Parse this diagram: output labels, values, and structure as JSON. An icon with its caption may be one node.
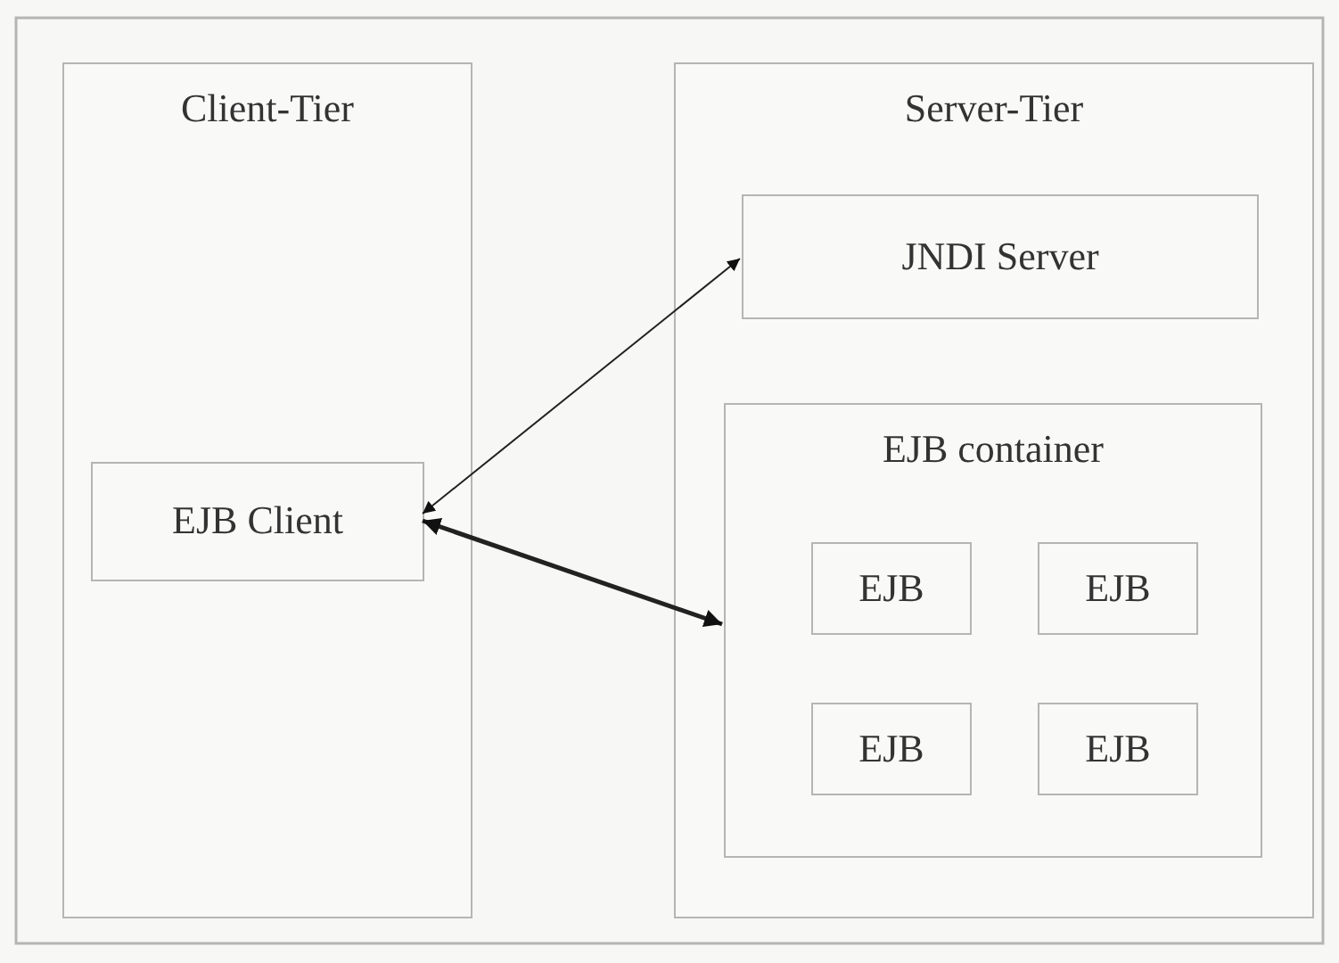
{
  "diagram": {
    "nodes": [
      {
        "text": [
          "Client-Tier"
        ]
      },
      {
        "text": [
          "EJB Client"
        ],
        "in": 0
      },
      {
        "text": [
          "Server-Tier"
        ]
      },
      {
        "text": [
          "JNDI Server"
        ],
        "in": 2
      },
      {
        "text": [
          "EJB container"
        ],
        "in": 2
      },
      {
        "text": [
          "EJB"
        ],
        "in": 4
      },
      {
        "text": [
          "EJB"
        ],
        "in": 4
      },
      {
        "text": [
          "EJB"
        ],
        "in": 4
      },
      {
        "text": [
          "EJB"
        ],
        "in": 4
      }
    ],
    "edges": [
      {
        "from": 1,
        "to": 3,
        "arrow": "both"
      },
      {
        "from": 1,
        "to": 4,
        "arrow": "both",
        "style": "thick"
      }
    ]
  }
}
